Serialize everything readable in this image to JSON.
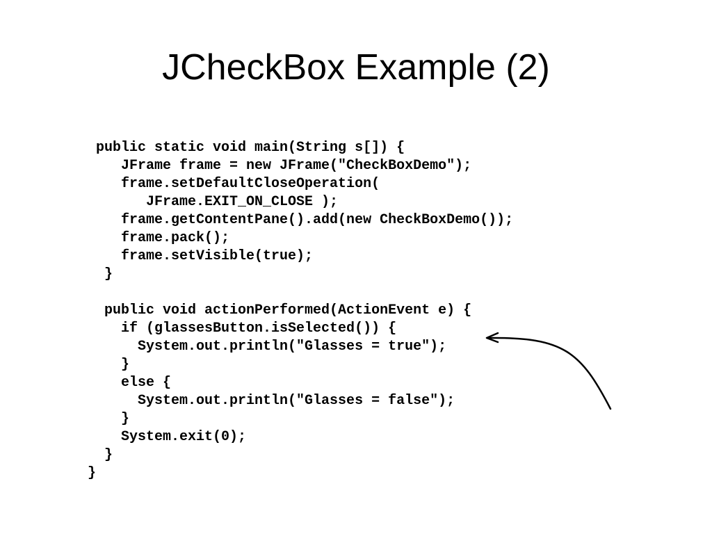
{
  "slide": {
    "title": "JCheckBox Example (2)"
  },
  "code": {
    "lines": [
      " public static void main(String s[]) {",
      "    JFrame frame = new JFrame(\"CheckBoxDemo\");",
      "    frame.setDefaultCloseOperation(",
      "       JFrame.EXIT_ON_CLOSE );",
      "    frame.getContentPane().add(new CheckBoxDemo());",
      "    frame.pack();",
      "    frame.setVisible(true);",
      "  }",
      "",
      "  public void actionPerformed(ActionEvent e) {",
      "    if (glassesButton.isSelected()) {",
      "      System.out.println(\"Glasses = true\");",
      "    }",
      "    else {",
      "      System.out.println(\"Glasses = false\");",
      "    }",
      "    System.exit(0);",
      "  }",
      "}"
    ]
  },
  "colors": {
    "text": "#000000",
    "background": "#ffffff"
  }
}
